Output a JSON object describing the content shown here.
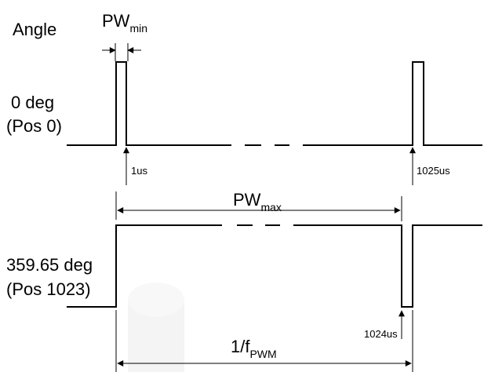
{
  "diagram": {
    "angle_heading": "Angle",
    "pw_min": {
      "base": "PW",
      "sub": "min"
    },
    "top_trace": {
      "line1": "0 deg",
      "line2": "(Pos 0)",
      "marker_a": "1us",
      "marker_b": "1025us"
    },
    "pw_max": {
      "base": "PW",
      "sub": "max"
    },
    "bottom_trace": {
      "line1": "359.65 deg",
      "line2": "(Pos 1023)",
      "marker": "1024us"
    },
    "period": {
      "base": "1/f",
      "sub": "PWM"
    }
  }
}
